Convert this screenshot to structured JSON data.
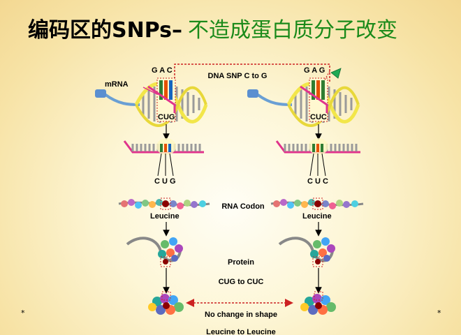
{
  "title": {
    "part1": "编码区的SNPs–",
    "part2": "不造成蛋白质分子改变"
  },
  "labels": {
    "dna_snp": "DNA SNP C to G",
    "mrna": "mRNA",
    "codon_left_dna": "G A C",
    "codon_right_dna": "G A G",
    "codon_left_rna": "CUG",
    "codon_right_rna": "CUC",
    "codon_left_bases": "C U G",
    "codon_right_bases": "C U C",
    "rna_codon": "RNA Codon",
    "amino_left": "Leucine",
    "amino_right": "Leucine",
    "protein": "Protein",
    "change": "CUG to CUC",
    "no_change": "No change in shape",
    "bottom": "Leucine to Leucine"
  },
  "markers": {
    "left": "*",
    "right": "*"
  },
  "colors": {
    "title_green": "#1a8a1a",
    "dashed_red": "#cc2222",
    "mrna_pink": "#e0338c",
    "helix_yellow": "#f2e64a"
  }
}
